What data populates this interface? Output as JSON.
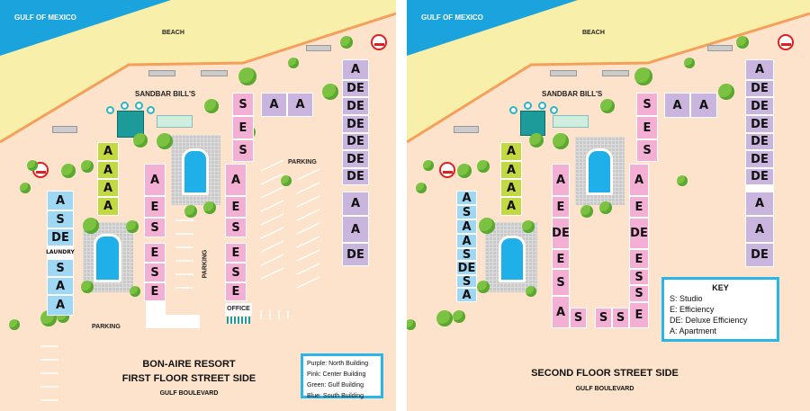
{
  "colors": {
    "north": "#c9b5dd",
    "center": "#f4b0d4",
    "gulf": "#c3d841",
    "south": "#9fd8f5",
    "sea": "#1aa3dd",
    "sand": "#f8efaa",
    "ground": "#fde3cc",
    "shore": "#f5a05a",
    "key_border": "#29b6e8"
  },
  "labels": {
    "gulf_of_mexico": "GULF OF MEXICO",
    "beach": "BEACH",
    "sandbar": "SANDBAR BILL'S",
    "parking": "PARKING",
    "laundry": "LAUNDRY",
    "office": "OFFICE"
  },
  "first_floor": {
    "title1": "BON-AIRE RESORT",
    "title2": "FIRST FLOOR STREET SIDE",
    "street": "GULF BOULEVARD",
    "legend": [
      "Purple: North Building",
      "Pink: Center Building",
      "Green: Gulf Building",
      "Blue: South Building"
    ],
    "units": {
      "north_upper": [
        "A",
        "DE",
        "DE",
        "DE",
        "DE",
        "DE",
        "DE"
      ],
      "north_lower": [
        "A",
        "A",
        "DE"
      ],
      "north_pair": [
        "A",
        "A"
      ],
      "center_top": [
        "S",
        "E",
        "S"
      ],
      "center_right_a": [
        "A",
        "E",
        "S"
      ],
      "center_right_b": [
        "E",
        "S",
        "E"
      ],
      "center_left_a": [
        "A",
        "E",
        "S"
      ],
      "center_left_b": [
        "E",
        "S",
        "E"
      ],
      "gulf": [
        "A",
        "A",
        "A",
        "A"
      ],
      "south": [
        "A",
        "S",
        "DE",
        "LAUNDRY",
        "S",
        "A",
        "A"
      ]
    }
  },
  "second_floor": {
    "title": "SECOND FLOOR STREET SIDE",
    "street": "GULF BOULEVARD",
    "key": {
      "title": "KEY",
      "items": [
        "S: Studio",
        "E: Efficiency",
        "DE: Deluxe Efficiency",
        "A: Apartment"
      ]
    },
    "units": {
      "north_upper": [
        "A",
        "DE",
        "DE",
        "DE",
        "DE",
        "DE",
        "DE"
      ],
      "north_lower": [
        "A",
        "A",
        "DE"
      ],
      "north_pair": [
        "A",
        "A"
      ],
      "center_top": [
        "S",
        "E",
        "S"
      ],
      "center_right": [
        "A",
        "E",
        "DE",
        "E",
        "S",
        "S"
      ],
      "center_left": [
        "A",
        "E",
        "DE",
        "E",
        "S"
      ],
      "center_bottom": [
        "A",
        "S",
        "S",
        "S",
        "E"
      ],
      "gulf": [
        "A",
        "A",
        "A",
        "A"
      ],
      "south": [
        "A",
        "S",
        "A",
        "A",
        "S",
        "DE",
        "S",
        "A"
      ]
    }
  }
}
